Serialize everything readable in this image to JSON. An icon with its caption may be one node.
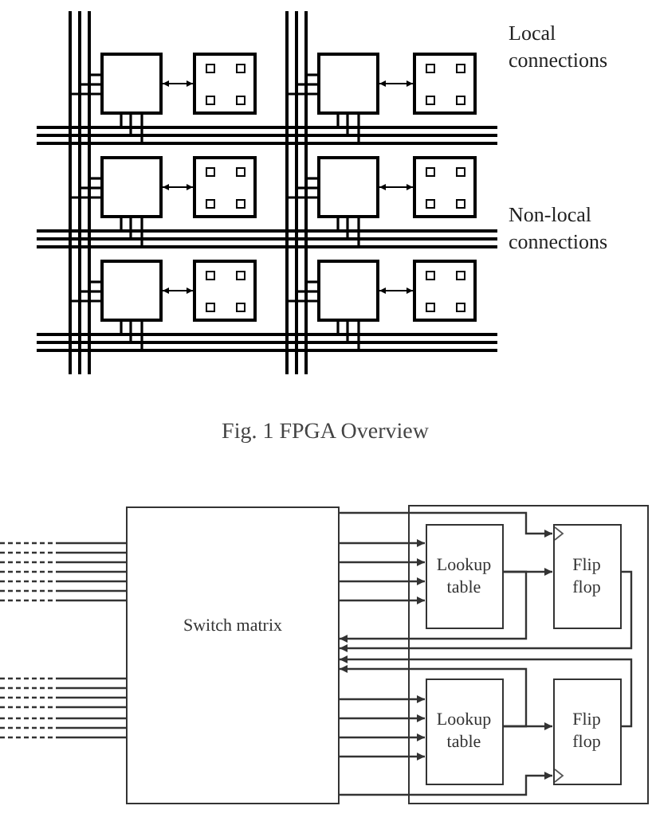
{
  "diagram": {
    "caption": "Fig. 1 FPGA Overview",
    "nodes": [
      {
        "text": [],
        "shape": "box"
      },
      {
        "text": [],
        "shape": "box"
      },
      {
        "text": [],
        "shape": "box"
      },
      {
        "text": [],
        "shape": "box"
      },
      {
        "text": [],
        "shape": "box"
      },
      {
        "text": [],
        "shape": "box"
      },
      {
        "text": [],
        "shape": "box"
      },
      {
        "text": [],
        "shape": "box"
      },
      {
        "text": [],
        "shape": "box"
      },
      {
        "text": [],
        "shape": "box"
      },
      {
        "text": [],
        "shape": "box"
      },
      {
        "text": [],
        "shape": "box"
      },
      {
        "text": [
          "Switch matrix"
        ]
      },
      {
        "text": [],
        "shape": "box"
      },
      {
        "text": [
          "Lookup table"
        ],
        "in": 13
      },
      {
        "text": [
          "Flip flop"
        ],
        "in": 13
      },
      {
        "text": [
          "Lookup table"
        ],
        "in": 13
      },
      {
        "text": [
          "Flip flop"
        ],
        "in": 13
      },
      {
        "text": [],
        "shape": "bar"
      },
      {
        "text": [],
        "shape": "bar"
      },
      {
        "text": [],
        "shape": "bar"
      },
      {
        "text": [],
        "shape": "bar"
      },
      {
        "text": [],
        "shape": "bar"
      },
      {
        "text": [],
        "shape": "bar"
      },
      {
        "text": [],
        "shape": "bar"
      },
      {
        "text": [],
        "shape": "bar"
      },
      {
        "text": [],
        "shape": "bar"
      },
      {
        "text": [],
        "shape": "bar"
      },
      {
        "text": [],
        "shape": "bar"
      },
      {
        "text": [],
        "shape": "bar"
      },
      {
        "text": [],
        "shape": "bar"
      },
      {
        "text": [],
        "shape": "bar"
      },
      {
        "text": [],
        "shape": "bar"
      }
    ],
    "edges": [
      {
        "from": 0,
        "to": 1,
        "arrow": "both"
      },
      {
        "from": 2,
        "to": 3,
        "arrow": "both"
      },
      {
        "from": 4,
        "to": 5,
        "arrow": "both"
      },
      {
        "from": 6,
        "to": 7,
        "arrow": "both"
      },
      {
        "from": 8,
        "to": 9,
        "arrow": "both"
      },
      {
        "from": 10,
        "to": 11,
        "arrow": "both"
      },
      {
        "from": 12,
        "to": 14,
        "arrow": "to"
      },
      {
        "from": 12,
        "to": 14,
        "arrow": "to"
      },
      {
        "from": 12,
        "to": 14,
        "arrow": "to"
      },
      {
        "from": 12,
        "to": 14,
        "arrow": "to"
      },
      {
        "from": 12,
        "to": 15,
        "arrow": "to"
      },
      {
        "from": 14,
        "to": 15,
        "arrow": "to"
      },
      {
        "from": 14,
        "to": 12,
        "arrow": "to"
      },
      {
        "from": 15,
        "to": 12,
        "arrow": "to"
      },
      {
        "from": 17,
        "to": 12,
        "arrow": "to"
      },
      {
        "from": 16,
        "to": 12,
        "arrow": "to"
      },
      {
        "from": 16,
        "to": 17,
        "arrow": "to"
      },
      {
        "from": 12,
        "to": 16,
        "arrow": "to"
      },
      {
        "from": 12,
        "to": 16,
        "arrow": "to"
      },
      {
        "from": 12,
        "to": 16,
        "arrow": "to"
      },
      {
        "from": 12,
        "to": 16,
        "arrow": "to"
      },
      {
        "from": 12,
        "to": 17,
        "arrow": "to"
      },
      {
        "from": null,
        "to": 12,
        "arrow": "none",
        "style": "dashed"
      },
      {
        "from": null,
        "to": 12,
        "arrow": "none",
        "style": "dashed"
      },
      {
        "from": null,
        "to": 12,
        "arrow": "none",
        "style": "dashed"
      },
      {
        "from": null,
        "to": 12,
        "arrow": "none",
        "style": "dashed"
      },
      {
        "from": null,
        "to": 12,
        "arrow": "none",
        "style": "dashed"
      },
      {
        "from": null,
        "to": 12,
        "arrow": "none",
        "style": "dashed"
      },
      {
        "from": null,
        "to": 12,
        "arrow": "none",
        "style": "dashed"
      },
      {
        "from": null,
        "to": 12,
        "arrow": "none",
        "style": "dashed"
      },
      {
        "from": null,
        "to": 12,
        "arrow": "none",
        "style": "dashed"
      },
      {
        "from": null,
        "to": 12,
        "arrow": "none",
        "style": "dashed"
      },
      {
        "from": null,
        "to": 12,
        "arrow": "none",
        "style": "dashed"
      },
      {
        "from": null,
        "to": 12,
        "arrow": "none",
        "style": "dashed"
      },
      {
        "from": null,
        "to": 12,
        "arrow": "none",
        "style": "dashed"
      },
      {
        "from": null,
        "to": 12,
        "arrow": "none",
        "style": "dashed"
      },
      {
        "from": 0,
        "to": 20,
        "arrow": "none"
      },
      {
        "from": 0,
        "to": 19,
        "arrow": "none"
      },
      {
        "from": 0,
        "to": 18,
        "arrow": "none"
      },
      {
        "from": 0,
        "to": 24,
        "arrow": "none"
      },
      {
        "from": 0,
        "to": 25,
        "arrow": "none"
      },
      {
        "from": 0,
        "to": 26,
        "arrow": "none"
      },
      {
        "from": 2,
        "to": 23,
        "arrow": "none"
      },
      {
        "from": 2,
        "to": 22,
        "arrow": "none"
      },
      {
        "from": 2,
        "to": 21,
        "arrow": "none"
      },
      {
        "from": 2,
        "to": 24,
        "arrow": "none"
      },
      {
        "from": 2,
        "to": 25,
        "arrow": "none"
      },
      {
        "from": 2,
        "to": 26,
        "arrow": "none"
      },
      {
        "from": 4,
        "to": 20,
        "arrow": "none"
      },
      {
        "from": 4,
        "to": 19,
        "arrow": "none"
      },
      {
        "from": 4,
        "to": 18,
        "arrow": "none"
      },
      {
        "from": 4,
        "to": 27,
        "arrow": "none"
      },
      {
        "from": 4,
        "to": 28,
        "arrow": "none"
      },
      {
        "from": 4,
        "to": 29,
        "arrow": "none"
      },
      {
        "from": 6,
        "to": 23,
        "arrow": "none"
      },
      {
        "from": 6,
        "to": 22,
        "arrow": "none"
      },
      {
        "from": 6,
        "to": 21,
        "arrow": "none"
      },
      {
        "from": 6,
        "to": 27,
        "arrow": "none"
      },
      {
        "from": 6,
        "to": 28,
        "arrow": "none"
      },
      {
        "from": 6,
        "to": 29,
        "arrow": "none"
      },
      {
        "from": 8,
        "to": 20,
        "arrow": "none"
      },
      {
        "from": 8,
        "to": 19,
        "arrow": "none"
      },
      {
        "from": 8,
        "to": 18,
        "arrow": "none"
      },
      {
        "from": 8,
        "to": 30,
        "arrow": "none"
      },
      {
        "from": 8,
        "to": 31,
        "arrow": "none"
      },
      {
        "from": 8,
        "to": 32,
        "arrow": "none"
      },
      {
        "from": 10,
        "to": 23,
        "arrow": "none"
      },
      {
        "from": 10,
        "to": 22,
        "arrow": "none"
      },
      {
        "from": 10,
        "to": 21,
        "arrow": "none"
      },
      {
        "from": 10,
        "to": 30,
        "arrow": "none"
      },
      {
        "from": 10,
        "to": 31,
        "arrow": "none"
      },
      {
        "from": 10,
        "to": 32,
        "arrow": "none"
      }
    ],
    "labels": [
      "Local connections",
      "Non-local connections"
    ]
  }
}
